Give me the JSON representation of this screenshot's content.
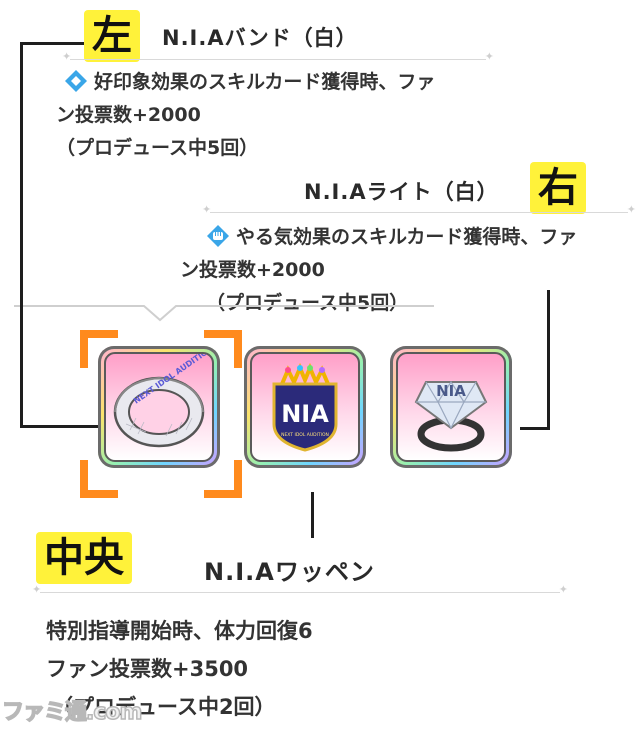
{
  "tags": {
    "left": "左",
    "right": "右",
    "center": "中央"
  },
  "left_item": {
    "title": "N.I.Aバンド（白）",
    "desc_lines": [
      "好印象効果のスキルカード獲得時、ファ",
      "ン投票数+2000",
      "（プロデュース中5回）"
    ],
    "icon": "good-impression-icon"
  },
  "right_item": {
    "title": "N.I.Aライト（白）",
    "desc_lines": [
      "やる気効果のスキルカード獲得時、ファ",
      "ン投票数+2000",
      "（プロデュース中5回）"
    ],
    "icon": "motivation-fist-icon"
  },
  "center_item": {
    "title": "N.I.Aワッペン",
    "desc_lines": [
      "特別指導開始時、体力回復6",
      "ファン投票数+3500",
      "（プロデュース中2回）"
    ]
  },
  "cards": [
    {
      "name": "band",
      "label": "NEXT IDOL AUDITION"
    },
    {
      "name": "patch",
      "label": "NIA",
      "sublabel": "NEXT IDOL AUDITION"
    },
    {
      "name": "ring",
      "label": "NIA"
    }
  ],
  "watermark": "ファミ通.com",
  "colors": {
    "tag_bg": "#fff23a",
    "bracket": "#ff8a1d",
    "connector": "#1e1e1e"
  }
}
